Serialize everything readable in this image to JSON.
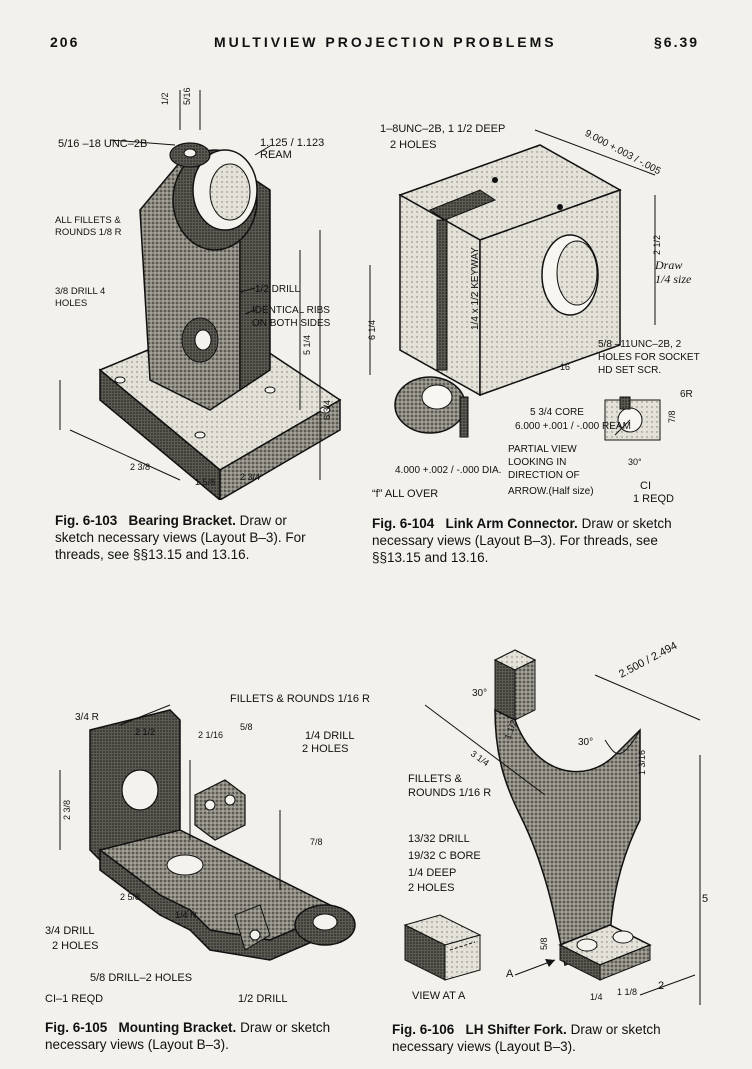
{
  "header": {
    "page_number": "206",
    "title": "MULTIVIEW PROJECTION PROBLEMS",
    "section": "§6.39"
  },
  "figures": [
    {
      "fig_no": "Fig. 6-103",
      "name": "Bearing Bracket.",
      "text": "Draw or sketch necessary views (Layout B–3). For threads, see §§13.15 and 13.16.",
      "labels": {
        "thread": "5/16 –18 UNC–2B",
        "ream": "1.125 / 1.123 REAM",
        "fillets": "ALL FILLETS & ROUNDS 1/8 R",
        "drill_holes": "3/8 DRILL 4 HOLES",
        "drill": "1/2 DRILL",
        "ribs": "IDENTICAL RIBS ON BOTH SIDES"
      }
    },
    {
      "fig_no": "Fig. 6-104",
      "name": "Link Arm Connector.",
      "text": "Draw or sketch necessary views (Layout B–3). For threads, see §§13.15 and 13.16.",
      "labels": {
        "thread": "1–8UNC–2B, 1 1/2 DEEP",
        "holes": "2 HOLES",
        "top_dim": "9.000 +.003 / -.005",
        "draw_scale": "Draw 1/4 size",
        "keyway": "1/4 x 1/2 KEYWAY",
        "socket": "5/8 –11UNC–2B, 2 HOLES FOR SOCKET HD SET SCR.",
        "core": "5 3/4 CORE",
        "ream": "6.000 +.001 / -.000 REAM",
        "partial": "PARTIAL VIEW LOOKING IN DIRECTION OF",
        "arrow": "ARROW.(Half size)",
        "dia": "4.000 +.002 / -.000 DIA.",
        "finish": "“f” ALL OVER",
        "material": "CI",
        "reqd": "1 REQD",
        "radius": "6R",
        "angle": "30°"
      }
    },
    {
      "fig_no": "Fig. 6-105",
      "name": "Mounting Bracket.",
      "text": "Draw or sketch necessary views (Layout B–3).",
      "labels": {
        "fillets": "FILLETS & ROUNDS 1/16 R",
        "drill_a": "1/4 DRILL",
        "holes_a": "2 HOLES",
        "drill_b": "3/4 DRILL",
        "holes_b": "2 HOLES",
        "drill_c": "5/8 DRILL–2 HOLES",
        "drill_d": "1/2 DRILL",
        "material": "CI–1 REQD",
        "radius": "3/4 R"
      }
    },
    {
      "fig_no": "Fig. 6-106",
      "name": "LH Shifter Fork.",
      "text": "Draw or sketch necessary views (Layout B–3).",
      "labels": {
        "fillets": "FILLETS & ROUNDS 1/16 R",
        "drill": "13/32 DRILL",
        "cbore": "19/32 C BORE",
        "deep": "1/4 DEEP",
        "holes": "2 HOLES",
        "view": "VIEW AT A",
        "dim_top": "2.500 / 2.494",
        "angle": "30°",
        "height": "5",
        "width": "2",
        "letter": "A"
      }
    }
  ]
}
